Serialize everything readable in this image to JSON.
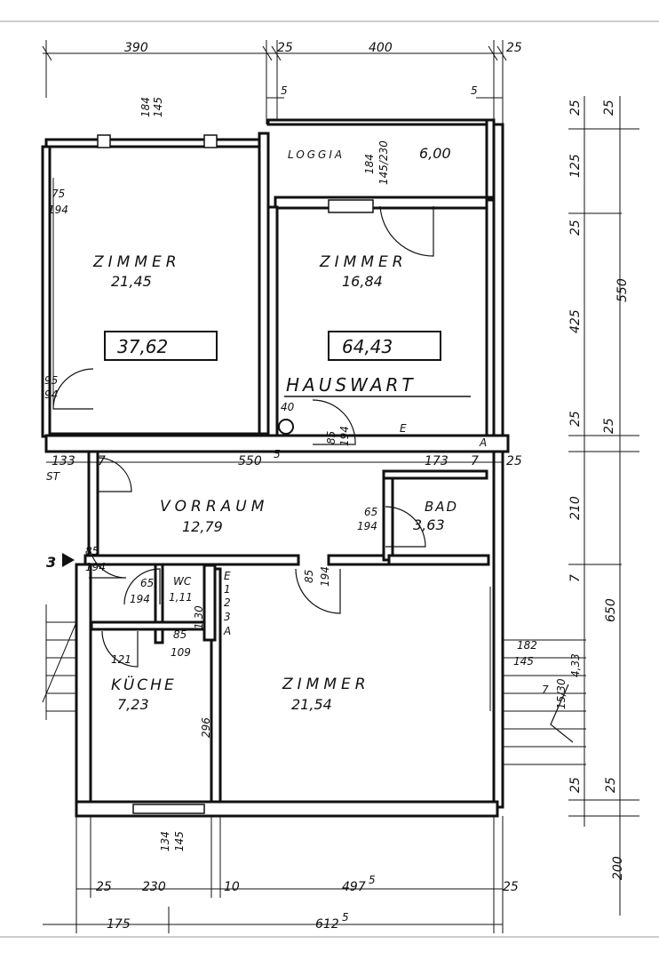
{
  "rooms": {
    "loggia": {
      "name": "LOGGIA",
      "area": "6,00"
    },
    "zimmer_left": {
      "name": "ZIMMER",
      "area": "21,45"
    },
    "zimmer_right": {
      "name": "ZIMMER",
      "area": "16,84"
    },
    "vorraum": {
      "name": "VORRAUM",
      "area": "12,79"
    },
    "bad": {
      "name": "BAD",
      "area": "3,63"
    },
    "wc": {
      "name": "WC",
      "area": "1,11"
    },
    "kueche": {
      "name": "KÜCHE",
      "area": "7,23"
    },
    "zimmer_bottom": {
      "name": "ZIMMER",
      "area": "21,54"
    }
  },
  "unit_totals": {
    "left": "37,62",
    "right": "64,43"
  },
  "unit_label": "HAUSWART",
  "dimensions": {
    "top": [
      "390",
      "25",
      "400",
      "25"
    ],
    "top_small": [
      "5",
      "5"
    ],
    "bottom_row1": [
      "25",
      "230",
      "10",
      "497",
      "5",
      "25"
    ],
    "bottom_row2": [
      "175",
      "612",
      "5"
    ],
    "right_outer": [
      "25",
      "550",
      "25",
      "650",
      "25",
      "200"
    ],
    "right_inner": [
      "25",
      "125",
      "25",
      "425",
      "25",
      "210",
      "7",
      "25"
    ],
    "corridor": [
      "550",
      "5",
      "173",
      "7",
      "133",
      "7",
      "25"
    ],
    "door_openings": [
      "184",
      "145",
      "184",
      "145/230",
      "75",
      "194",
      "95",
      "94",
      "40",
      "85",
      "194",
      "65",
      "194",
      "85",
      "194",
      "85",
      "194",
      "65",
      "194",
      "1,30",
      "85",
      "109",
      "121",
      "296",
      "134",
      "145",
      "182",
      "145",
      "15/30",
      "4,33"
    ],
    "stair_markers": [
      "3",
      "E",
      "1",
      "2",
      "3",
      "A",
      "E",
      "A",
      "ST",
      "7"
    ]
  }
}
